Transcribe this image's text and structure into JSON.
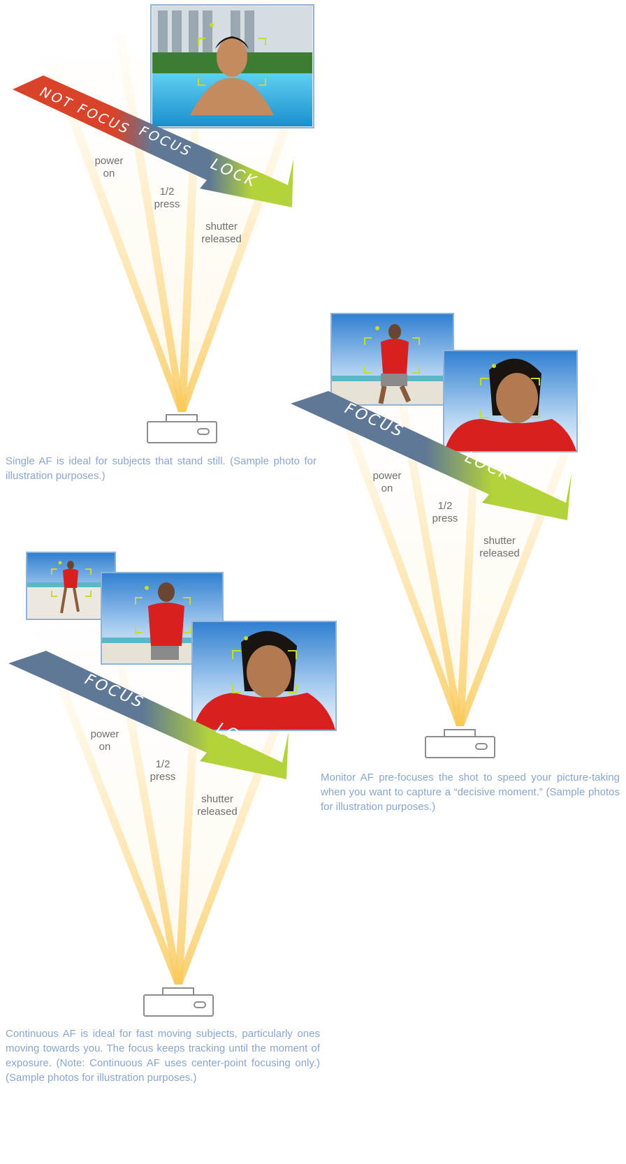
{
  "diagrams": [
    {
      "id": "single",
      "banner_labels": [
        "NOT FOCUS",
        "FOCUS",
        "LOCK"
      ],
      "stage_labels": [
        {
          "line1": "power",
          "line2": "on"
        },
        {
          "line1": "1/2",
          "line2": "press"
        },
        {
          "line1": "shutter",
          "line2": "released"
        }
      ],
      "caption": "Single AF is ideal for subjects that stand still. (Sample photo for illustration purposes.)"
    },
    {
      "id": "monitor",
      "banner_labels": [
        "FOCUS",
        "LOCK"
      ],
      "stage_labels": [
        {
          "line1": "power",
          "line2": "on"
        },
        {
          "line1": "1/2",
          "line2": "press"
        },
        {
          "line1": "shutter",
          "line2": "released"
        }
      ],
      "caption": "Monitor AF pre-focuses the shot to speed your picture-taking when you want to capture a “decisive moment.” (Sample photos for illustration purposes.)"
    },
    {
      "id": "continuous",
      "banner_labels": [
        "FOCUS",
        "LOCK"
      ],
      "stage_labels": [
        {
          "line1": "power",
          "line2": "on"
        },
        {
          "line1": "1/2",
          "line2": "press"
        },
        {
          "line1": "shutter",
          "line2": "released"
        }
      ],
      "caption": "Continuous AF is ideal for fast moving subjects, particularly ones moving towards you. The focus keeps tracking until the moment of exposure. (Note: Continuous AF uses center-point focusing only.) (Sample photos for illustration purposes.)"
    }
  ],
  "colors": {
    "not_focus": "#d8432a",
    "focus": "#5f7896",
    "lock": "#b4d23a",
    "beam": "#fbd98a",
    "caption": "#8aa6cc",
    "af_bracket": "#c6dc2a"
  },
  "icons": [
    "camera-icon",
    "af-frame-icon"
  ]
}
